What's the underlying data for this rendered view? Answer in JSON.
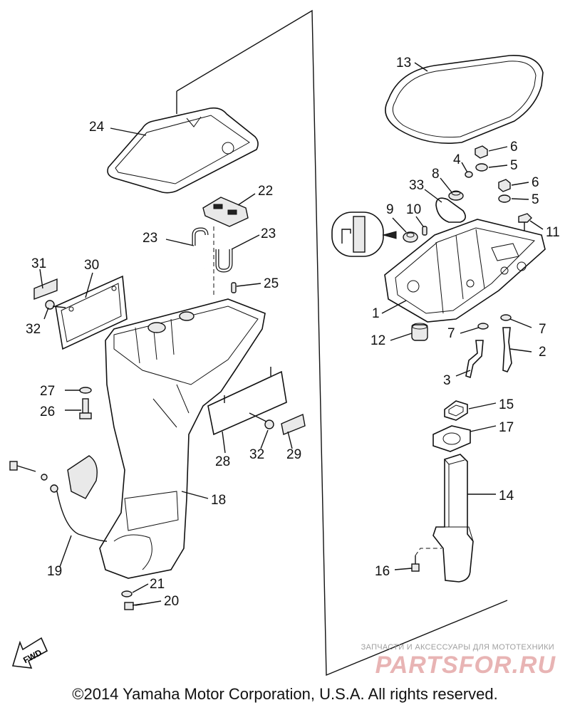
{
  "callouts": {
    "c1": "1",
    "c2": "2",
    "c3": "3",
    "c4": "4",
    "c5a": "5",
    "c5b": "5",
    "c6a": "6",
    "c6b": "6",
    "c7a": "7",
    "c7b": "7",
    "c8": "8",
    "c9": "9",
    "c10": "10",
    "c11": "11",
    "c12": "12",
    "c13": "13",
    "c14": "14",
    "c15": "15",
    "c16": "16",
    "c17": "17",
    "c18": "18",
    "c19": "19",
    "c20": "20",
    "c21": "21",
    "c22": "22",
    "c23a": "23",
    "c23b": "23",
    "c24": "24",
    "c25": "25",
    "c26": "26",
    "c27": "27",
    "c28": "28",
    "c29": "29",
    "c30": "30",
    "c31": "31",
    "c32a": "32",
    "c32b": "32",
    "c33": "33"
  },
  "fwd_label": "FWD",
  "copyright": "©2014 Yamaha Motor Corporation, U.S.A. All rights reserved.",
  "watermark": {
    "tagline": "ЗАПЧАСТИ И АКСЕССУАРЫ ДЛЯ МОТОТЕХНИКИ",
    "logo": "PARTSFOR.RU"
  }
}
